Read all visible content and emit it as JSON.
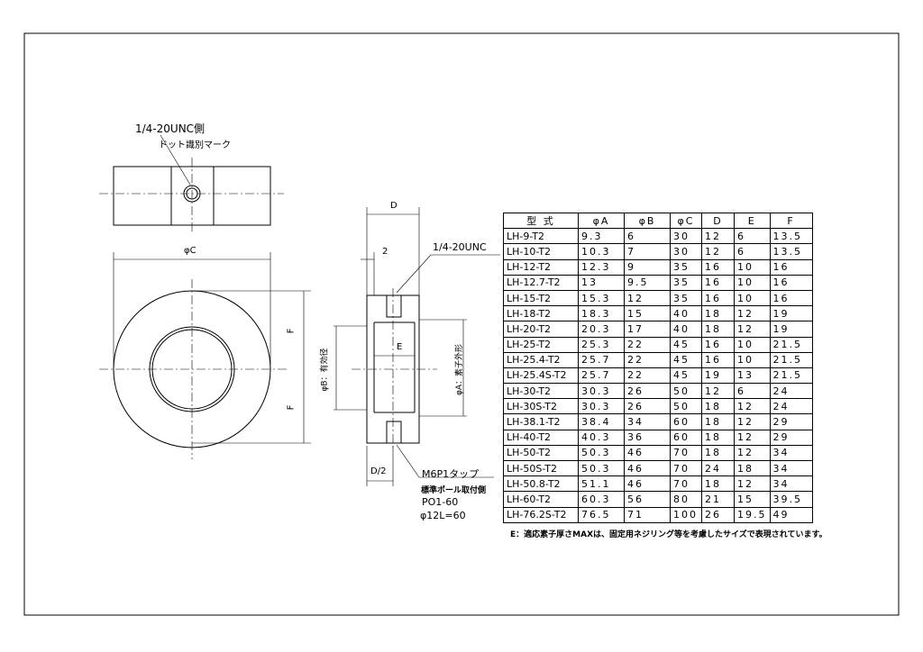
{
  "labels": {
    "thread_side": "1/4-20UNC側",
    "dot_mark": "ドット識別マーク",
    "phi_c": "φC",
    "d": "D",
    "two": "2",
    "unc": "1/4-20UNC",
    "f1": "F",
    "f2": "F",
    "e": "E",
    "phi_b": "φB：有効径",
    "phi_a": "φA：素子外形",
    "d_half": "D/2",
    "tap": "M6P1タップ",
    "pole_side": "標準ポール取付側",
    "pole": "PO1-60",
    "pole_len": "φ12L=60"
  },
  "table": {
    "headers": [
      "型 式",
      "φA",
      "φB",
      "φC",
      "D",
      "E",
      "F"
    ],
    "rows": [
      [
        "LH-9-T2",
        "9.3",
        "6",
        "30",
        "12",
        "6",
        "13.5"
      ],
      [
        "LH-10-T2",
        "10.3",
        "7",
        "30",
        "12",
        "6",
        "13.5"
      ],
      [
        "LH-12-T2",
        "12.3",
        "9",
        "35",
        "16",
        "10",
        "16"
      ],
      [
        "LH-12.7-T2",
        "13",
        "9.5",
        "35",
        "16",
        "10",
        "16"
      ],
      [
        "LH-15-T2",
        "15.3",
        "12",
        "35",
        "16",
        "10",
        "16"
      ],
      [
        "LH-18-T2",
        "18.3",
        "15",
        "40",
        "18",
        "12",
        "19"
      ],
      [
        "LH-20-T2",
        "20.3",
        "17",
        "40",
        "18",
        "12",
        "19"
      ],
      [
        "LH-25-T2",
        "25.3",
        "22",
        "45",
        "16",
        "10",
        "21.5"
      ],
      [
        "LH-25.4-T2",
        "25.7",
        "22",
        "45",
        "16",
        "10",
        "21.5"
      ],
      [
        "LH-25.4S-T2",
        "25.7",
        "22",
        "45",
        "19",
        "13",
        "21.5"
      ],
      [
        "LH-30-T2",
        "30.3",
        "26",
        "50",
        "12",
        "6",
        "24"
      ],
      [
        "LH-30S-T2",
        "30.3",
        "26",
        "50",
        "18",
        "12",
        "24"
      ],
      [
        "LH-38.1-T2",
        "38.4",
        "34",
        "60",
        "18",
        "12",
        "29"
      ],
      [
        "LH-40-T2",
        "40.3",
        "36",
        "60",
        "18",
        "12",
        "29"
      ],
      [
        "LH-50-T2",
        "50.3",
        "46",
        "70",
        "18",
        "12",
        "34"
      ],
      [
        "LH-50S-T2",
        "50.3",
        "46",
        "70",
        "24",
        "18",
        "34"
      ],
      [
        "LH-50.8-T2",
        "51.1",
        "46",
        "70",
        "18",
        "12",
        "34"
      ],
      [
        "LH-60-T2",
        "60.3",
        "56",
        "80",
        "21",
        "15",
        "39.5"
      ],
      [
        "LH-76.2S-T2",
        "76.5",
        "71",
        "100",
        "26",
        "19.5",
        "49"
      ]
    ]
  },
  "note": "E：適応素子厚さMAXは、固定用ネジリング等を考慮したサイズで表現されています。"
}
